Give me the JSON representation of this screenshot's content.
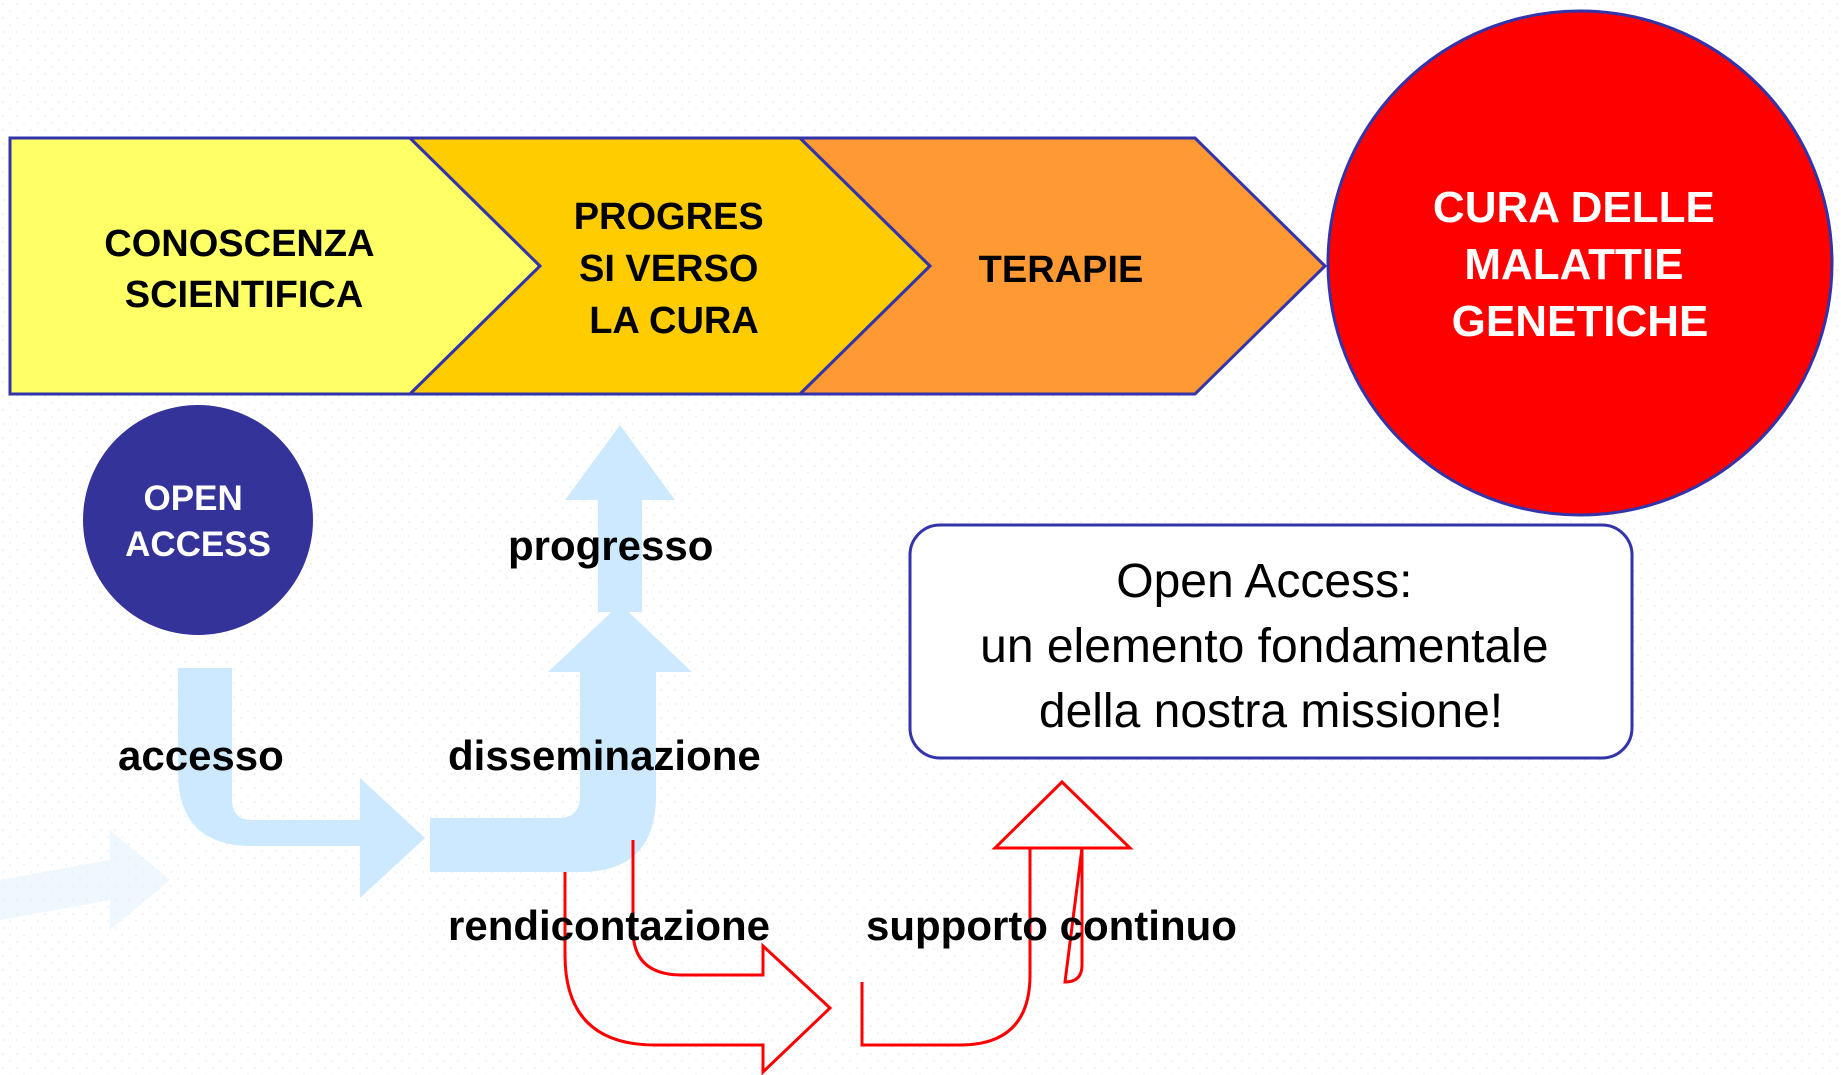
{
  "chevrons": [
    {
      "id": "conoscenza",
      "lines": [
        "CONOSCENZA",
        "SCIENTIFICA"
      ],
      "fill": "#FFFF66"
    },
    {
      "id": "progressi",
      "lines": [
        "PROGRES",
        "SI VERSO",
        "LA CURA"
      ],
      "fill": "#FFCC00"
    },
    {
      "id": "terapie",
      "lines": [
        "TERAPIE"
      ],
      "fill": "#FF9933"
    }
  ],
  "goal_circle": {
    "lines": [
      "CURA DELLE",
      "MALATTIE",
      "GENETICHE"
    ],
    "fill": "#FF0000"
  },
  "open_access_circle": {
    "lines": [
      "OPEN",
      "ACCESS"
    ],
    "fill": "#333399"
  },
  "flow_labels": {
    "accesso": "accesso",
    "disseminazione": "disseminazione",
    "progresso": "progresso",
    "rendicontazione": "rendicontazione",
    "supporto": "supporto continuo"
  },
  "message_box": {
    "lines": [
      "Open Access:",
      "un elemento fondamentale",
      "della nostra missione!"
    ]
  },
  "colors": {
    "outline": "#3333AA",
    "light_arrow": "#CCE9FF",
    "red_arrow": "#FF0000"
  }
}
